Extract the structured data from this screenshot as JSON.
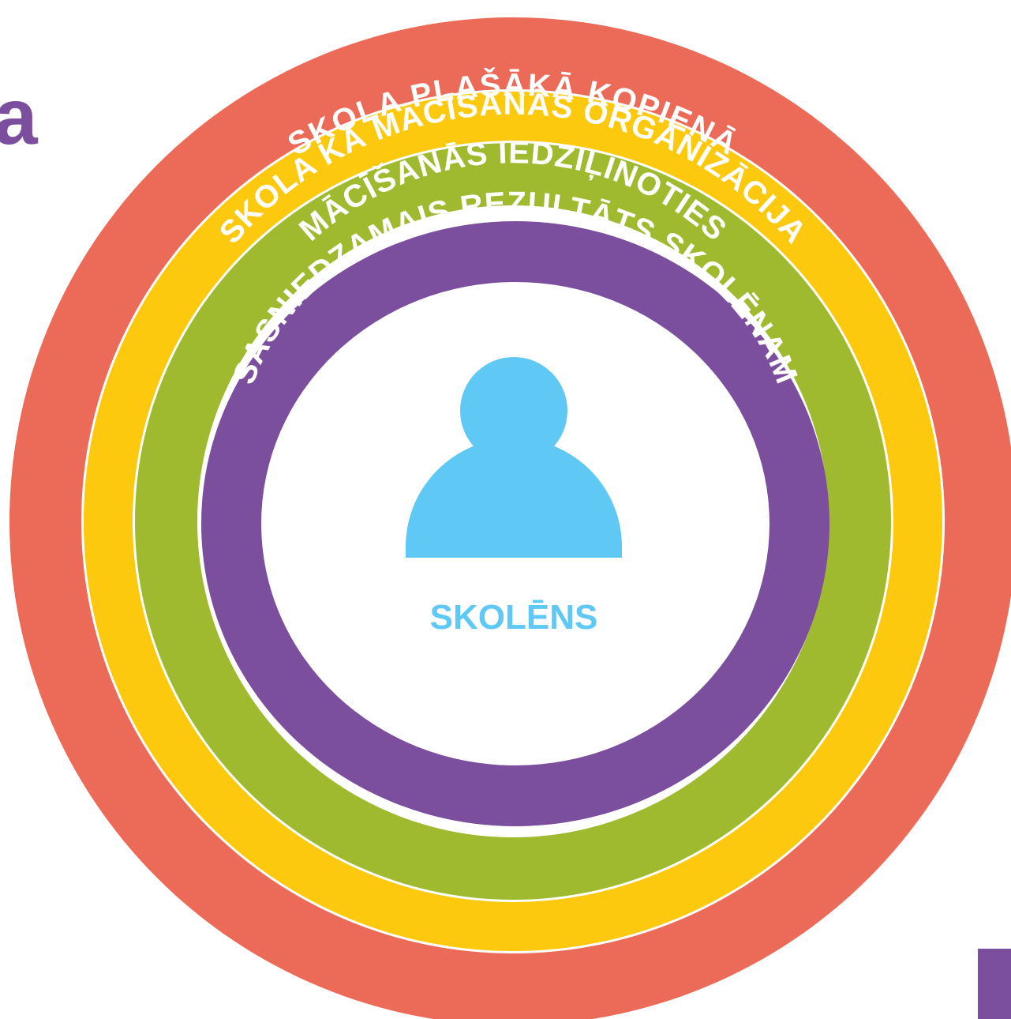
{
  "corner_letter": "a",
  "colors": {
    "outer": "#ec6b58",
    "yellow": "#fdc90e",
    "green": "#9fba2f",
    "purple": "#7b4f9d",
    "person": "#5fc8f4",
    "separator": "#ffffff",
    "accent": "#7b4f9d"
  },
  "rings": [
    {
      "label": "SKOLA PLAŠĀKĀ KOPIENĀ"
    },
    {
      "label": "SKOLA KĀ MĀCĪŠANĀS ORGANIZĀCIJA"
    },
    {
      "label": "MĀCĪŠANĀS IEDZIĻINOTIES"
    },
    {
      "label": "SASNIEDZAMAIS REZULTĀTS SKOLĒNAM"
    }
  ],
  "center": {
    "icon": "person-icon",
    "label": "SKOLĒNS"
  }
}
